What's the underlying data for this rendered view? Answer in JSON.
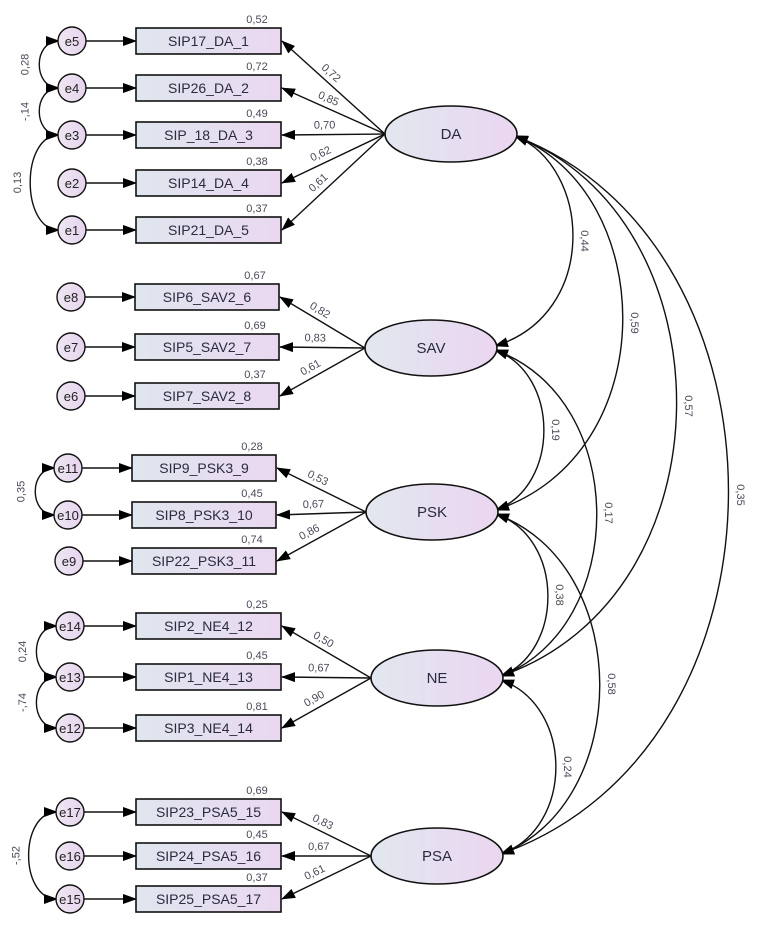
{
  "diagram": {
    "type": "SEM path diagram (standardized estimates)",
    "latents": [
      {
        "id": "DA",
        "label": "DA"
      },
      {
        "id": "SAV",
        "label": "SAV"
      },
      {
        "id": "PSK",
        "label": "PSK"
      },
      {
        "id": "NE",
        "label": "NE"
      },
      {
        "id": "PSA",
        "label": "PSA"
      }
    ],
    "observed": [
      {
        "id": "SIP17_DA_1",
        "label": "SIP17_DA_1",
        "latent": "DA",
        "error": "e5",
        "loading": "0,72",
        "r2": "0,52"
      },
      {
        "id": "SIP26_DA_2",
        "label": "SIP26_DA_2",
        "latent": "DA",
        "error": "e4",
        "loading": "0,85",
        "r2": "0,72"
      },
      {
        "id": "SIP_18_DA_3",
        "label": "SIP_18_DA_3",
        "latent": "DA",
        "error": "e3",
        "loading": "0,70",
        "r2": "0,49"
      },
      {
        "id": "SIP14_DA_4",
        "label": "SIP14_DA_4",
        "latent": "DA",
        "error": "e2",
        "loading": "0,62",
        "r2": "0,38"
      },
      {
        "id": "SIP21_DA_5",
        "label": "SIP21_DA_5",
        "latent": "DA",
        "error": "e1",
        "loading": "0,61",
        "r2": "0,37"
      },
      {
        "id": "SIP6_SAV2_6",
        "label": "SIP6_SAV2_6",
        "latent": "SAV",
        "error": "e8",
        "loading": "0,82",
        "r2": "0,67"
      },
      {
        "id": "SIP5_SAV2_7",
        "label": "SIP5_SAV2_7",
        "latent": "SAV",
        "error": "e7",
        "loading": "0,83",
        "r2": "0,69"
      },
      {
        "id": "SIP7_SAV2_8",
        "label": "SIP7_SAV2_8",
        "latent": "SAV",
        "error": "e6",
        "loading": "0,61",
        "r2": "0,37"
      },
      {
        "id": "SIP9_PSK3_9",
        "label": "SIP9_PSK3_9",
        "latent": "PSK",
        "error": "e11",
        "loading": "0,53",
        "r2": "0,28"
      },
      {
        "id": "SIP8_PSK3_10",
        "label": "SIP8_PSK3_10",
        "latent": "PSK",
        "error": "e10",
        "loading": "0,67",
        "r2": "0,45"
      },
      {
        "id": "SIP22_PSK3_11",
        "label": "SIP22_PSK3_11",
        "latent": "PSK",
        "error": "e9",
        "loading": "0,86",
        "r2": "0,74"
      },
      {
        "id": "SIP2_NE4_12",
        "label": "SIP2_NE4_12",
        "latent": "NE",
        "error": "e14",
        "loading": "0,50",
        "r2": "0,25"
      },
      {
        "id": "SIP1_NE4_13",
        "label": "SIP1_NE4_13",
        "latent": "NE",
        "error": "e13",
        "loading": "0,67",
        "r2": "0,45"
      },
      {
        "id": "SIP3_NE4_14",
        "label": "SIP3_NE4_14",
        "latent": "NE",
        "error": "e12",
        "loading": "0,90",
        "r2": "0,81"
      },
      {
        "id": "SIP23_PSA5_15",
        "label": "SIP23_PSA5_15",
        "latent": "PSA",
        "error": "e17",
        "loading": "0,83",
        "r2": "0,69"
      },
      {
        "id": "SIP24_PSA5_16",
        "label": "SIP24_PSA5_16",
        "latent": "PSA",
        "error": "e16",
        "loading": "0,67",
        "r2": "0,45"
      },
      {
        "id": "SIP25_PSA5_17",
        "label": "SIP25_PSA5_17",
        "latent": "PSA",
        "error": "e15",
        "loading": "0,61",
        "r2": "0,37"
      }
    ],
    "error_covariances": [
      {
        "from": "e5",
        "to": "e4",
        "value": "0,28"
      },
      {
        "from": "e4",
        "to": "e3",
        "value": "-,14"
      },
      {
        "from": "e3",
        "to": "e1",
        "value": "0,13"
      },
      {
        "from": "e11",
        "to": "e10",
        "value": "0,35"
      },
      {
        "from": "e14",
        "to": "e13",
        "value": "0,24"
      },
      {
        "from": "e13",
        "to": "e12",
        "value": "-,74"
      },
      {
        "from": "e17",
        "to": "e15",
        "value": "-,52"
      }
    ],
    "latent_covariances": [
      {
        "from": "DA",
        "to": "SAV",
        "value": "0,44"
      },
      {
        "from": "DA",
        "to": "PSK",
        "value": "0,59"
      },
      {
        "from": "DA",
        "to": "NE",
        "value": "0,57"
      },
      {
        "from": "DA",
        "to": "PSA",
        "value": "0,35"
      },
      {
        "from": "SAV",
        "to": "PSK",
        "value": "0,19"
      },
      {
        "from": "SAV",
        "to": "NE",
        "value": "0,17"
      },
      {
        "from": "PSK",
        "to": "NE",
        "value": "0,38"
      },
      {
        "from": "PSK",
        "to": "PSA",
        "value": "0,58"
      },
      {
        "from": "NE",
        "to": "PSA",
        "value": "0,24"
      }
    ]
  }
}
